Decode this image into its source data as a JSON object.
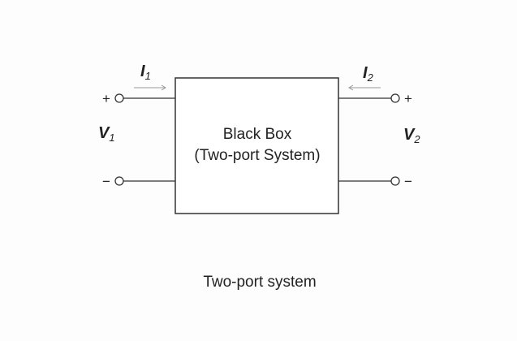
{
  "diagram": {
    "box_title": "Black Box",
    "box_subtitle": "(Two-port System)",
    "caption": "Two-port system",
    "port1": {
      "current": "I",
      "current_sub": "1",
      "voltage": "V",
      "voltage_sub": "1",
      "plus": "+",
      "minus": "−"
    },
    "port2": {
      "current": "I",
      "current_sub": "2",
      "voltage": "V",
      "voltage_sub": "2",
      "plus": "+",
      "minus": "−"
    }
  }
}
